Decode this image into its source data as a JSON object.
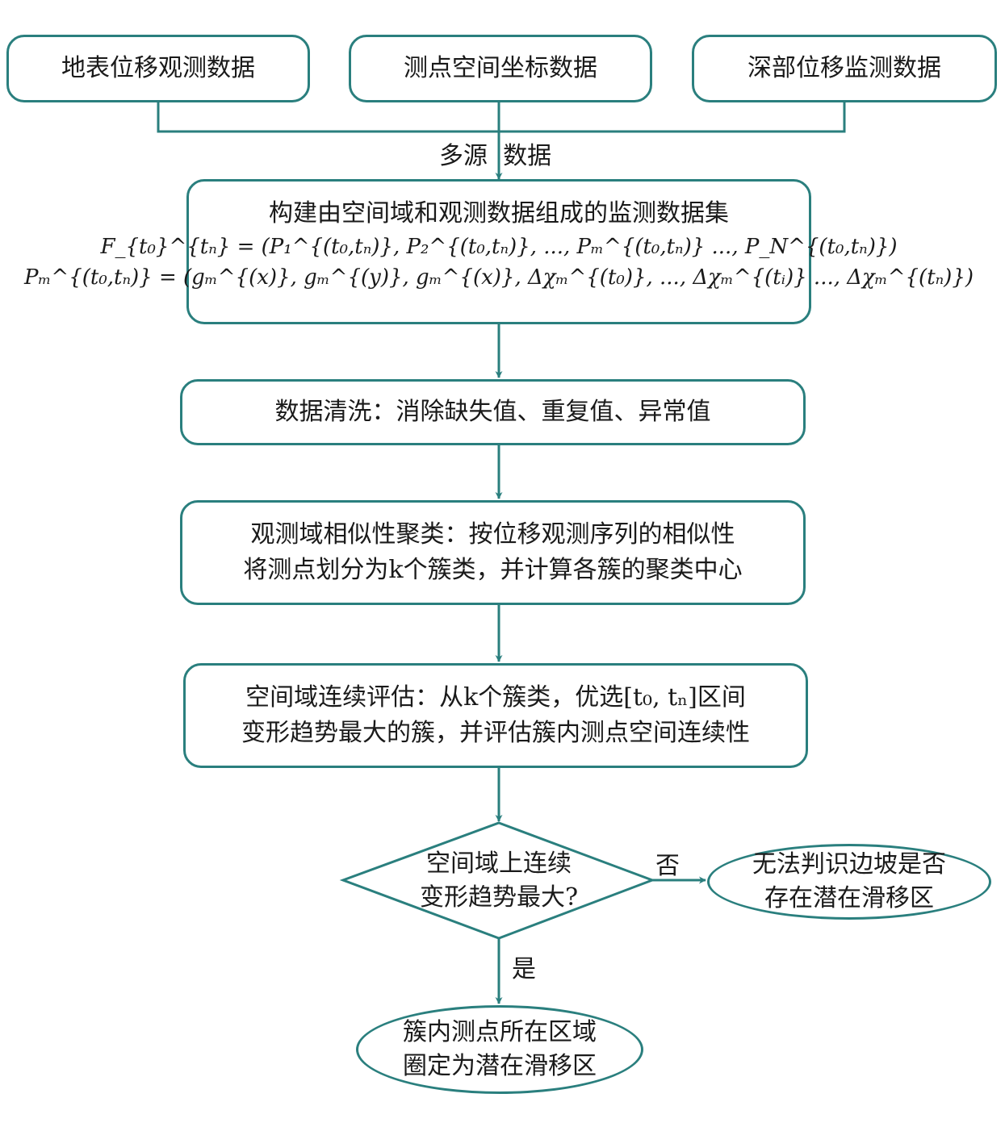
{
  "nodes": {
    "source1": "地表位移观测数据",
    "source2": "测点空间坐标数据",
    "source3": "深部位移监测数据",
    "dataset_title": "构建由空间域和观测数据组成的监测数据集",
    "dataset_formula1": "F_{t₀}^{tₙ} = (P₁^{(t₀,tₙ)}, P₂^{(t₀,tₙ)}, ..., Pₘ^{(t₀,tₙ)} ..., P_N^{(t₀,tₙ)})",
    "dataset_formula2": "Pₘ^{(t₀,tₙ)} = (gₘ^{(x)}, gₘ^{(y)}, gₘ^{(x)}, Δχₘ^{(t₀)}, ..., Δχₘ^{(tᵢ)} ..., Δχₘ^{(tₙ)})",
    "cleaning": "数据清洗：消除缺失值、重复值、异常值",
    "clustering_line1": "观测域相似性聚类：按位移观测序列的相似性",
    "clustering_line2": "将测点划分为k个簇类，并计算各簇的聚类中心",
    "spatial_line1": "空间域连续评估：从k个簇类，优选[t₀, tₙ]区间",
    "spatial_line2": "变形趋势最大的簇，并评估簇内测点空间连续性",
    "decision_line1": "空间域上连续",
    "decision_line2": "变形趋势最大?",
    "no_result_line1": "无法判识边坡是否",
    "no_result_line2": "存在潜在滑移区",
    "yes_result_line1": "簇内测点所在区域",
    "yes_result_line2": "圈定为潜在滑移区"
  },
  "edge_labels": {
    "merge": "多源  数据",
    "no": "否",
    "yes": "是"
  },
  "colors": {
    "stroke": "#2a7f7e",
    "text": "#1a1a1a",
    "background": "#ffffff"
  }
}
